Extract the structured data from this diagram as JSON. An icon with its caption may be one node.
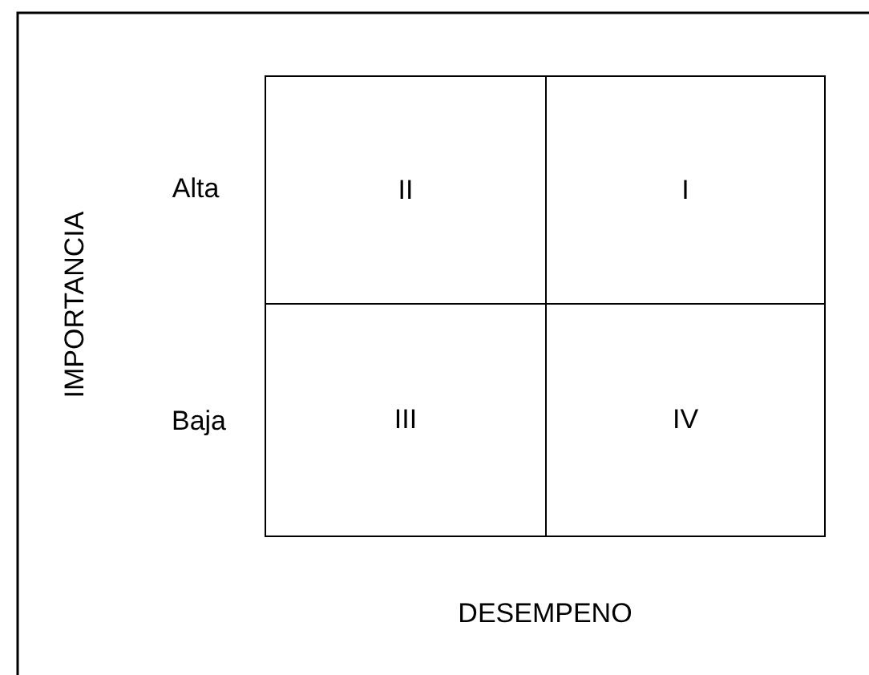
{
  "diagram": {
    "nodes": [
      {
        "text": [
          "II"
        ]
      },
      {
        "text": [
          "I"
        ]
      },
      {
        "text": [
          "III"
        ]
      },
      {
        "text": [
          "IV"
        ]
      }
    ],
    "labels": [
      "IMPORTANCIA",
      "Alta",
      "Baja",
      "DESEMPENO"
    ]
  }
}
